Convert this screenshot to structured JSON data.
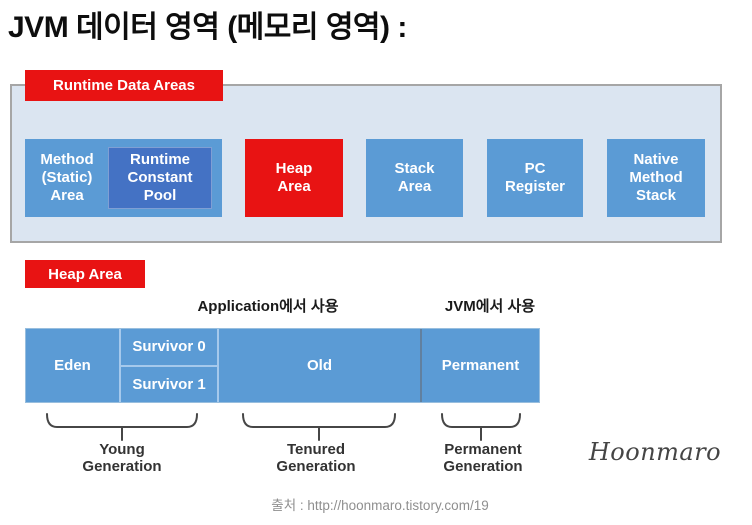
{
  "title": "JVM 데이터 영역 (메모리 영역) :",
  "colors": {
    "accent_red": "#e81313",
    "box_blue": "#5b9bd5",
    "nested_pool_blue": "#4472c4",
    "container_fill": "#dbe5f1",
    "container_border": "#a6a6a6",
    "brace_gray": "#464646"
  },
  "runtime_section": {
    "label": "Runtime Data Areas",
    "method_box": "Method\n(Static)\nArea",
    "constant_pool_box": "Runtime\nConstant\nPool",
    "heap_box": "Heap\nArea",
    "stack_box": "Stack\nArea",
    "pc_box": "PC\nRegister",
    "native_box": "Native\nMethod\nStack"
  },
  "heap_section": {
    "label": "Heap Area",
    "app_usage_note": "Application에서 사용",
    "jvm_usage_note": "JVM에서 사용",
    "segments": {
      "eden": "Eden",
      "survivor0": "Survivor 0",
      "survivor1": "Survivor 1",
      "old": "Old",
      "permanent": "Permanent"
    },
    "generations": {
      "young": "Young\nGeneration",
      "tenured": "Tenured\nGeneration",
      "permanent": "Permanent\nGeneration"
    }
  },
  "signature": "Hoonmaro",
  "source": "출처 : http://hoonmaro.tistory.com/19"
}
